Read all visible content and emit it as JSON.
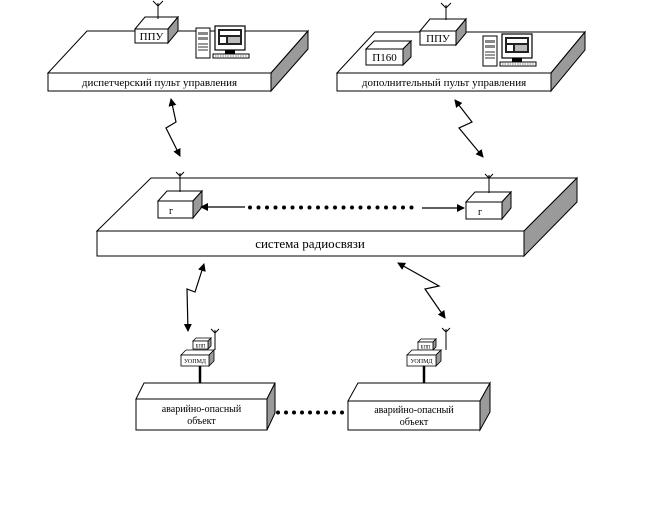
{
  "dispatcher": {
    "label": "диспетчерский пульт управления",
    "device": "ППУ"
  },
  "additional": {
    "label": "дополнительный пульт управления",
    "device": "ППУ",
    "extra_device": "П160"
  },
  "radio_system": {
    "label": "система радиосвязи",
    "node_left": "г",
    "node_right": "г"
  },
  "objects": [
    {
      "line1": "аварийно-опасный",
      "line2": "объект",
      "device_top": "БПП",
      "device_main": "УОПМД"
    },
    {
      "line1": "аварийно-опасный",
      "line2": "объект",
      "device_top": "БПП",
      "device_main": "УОПМД"
    }
  ]
}
